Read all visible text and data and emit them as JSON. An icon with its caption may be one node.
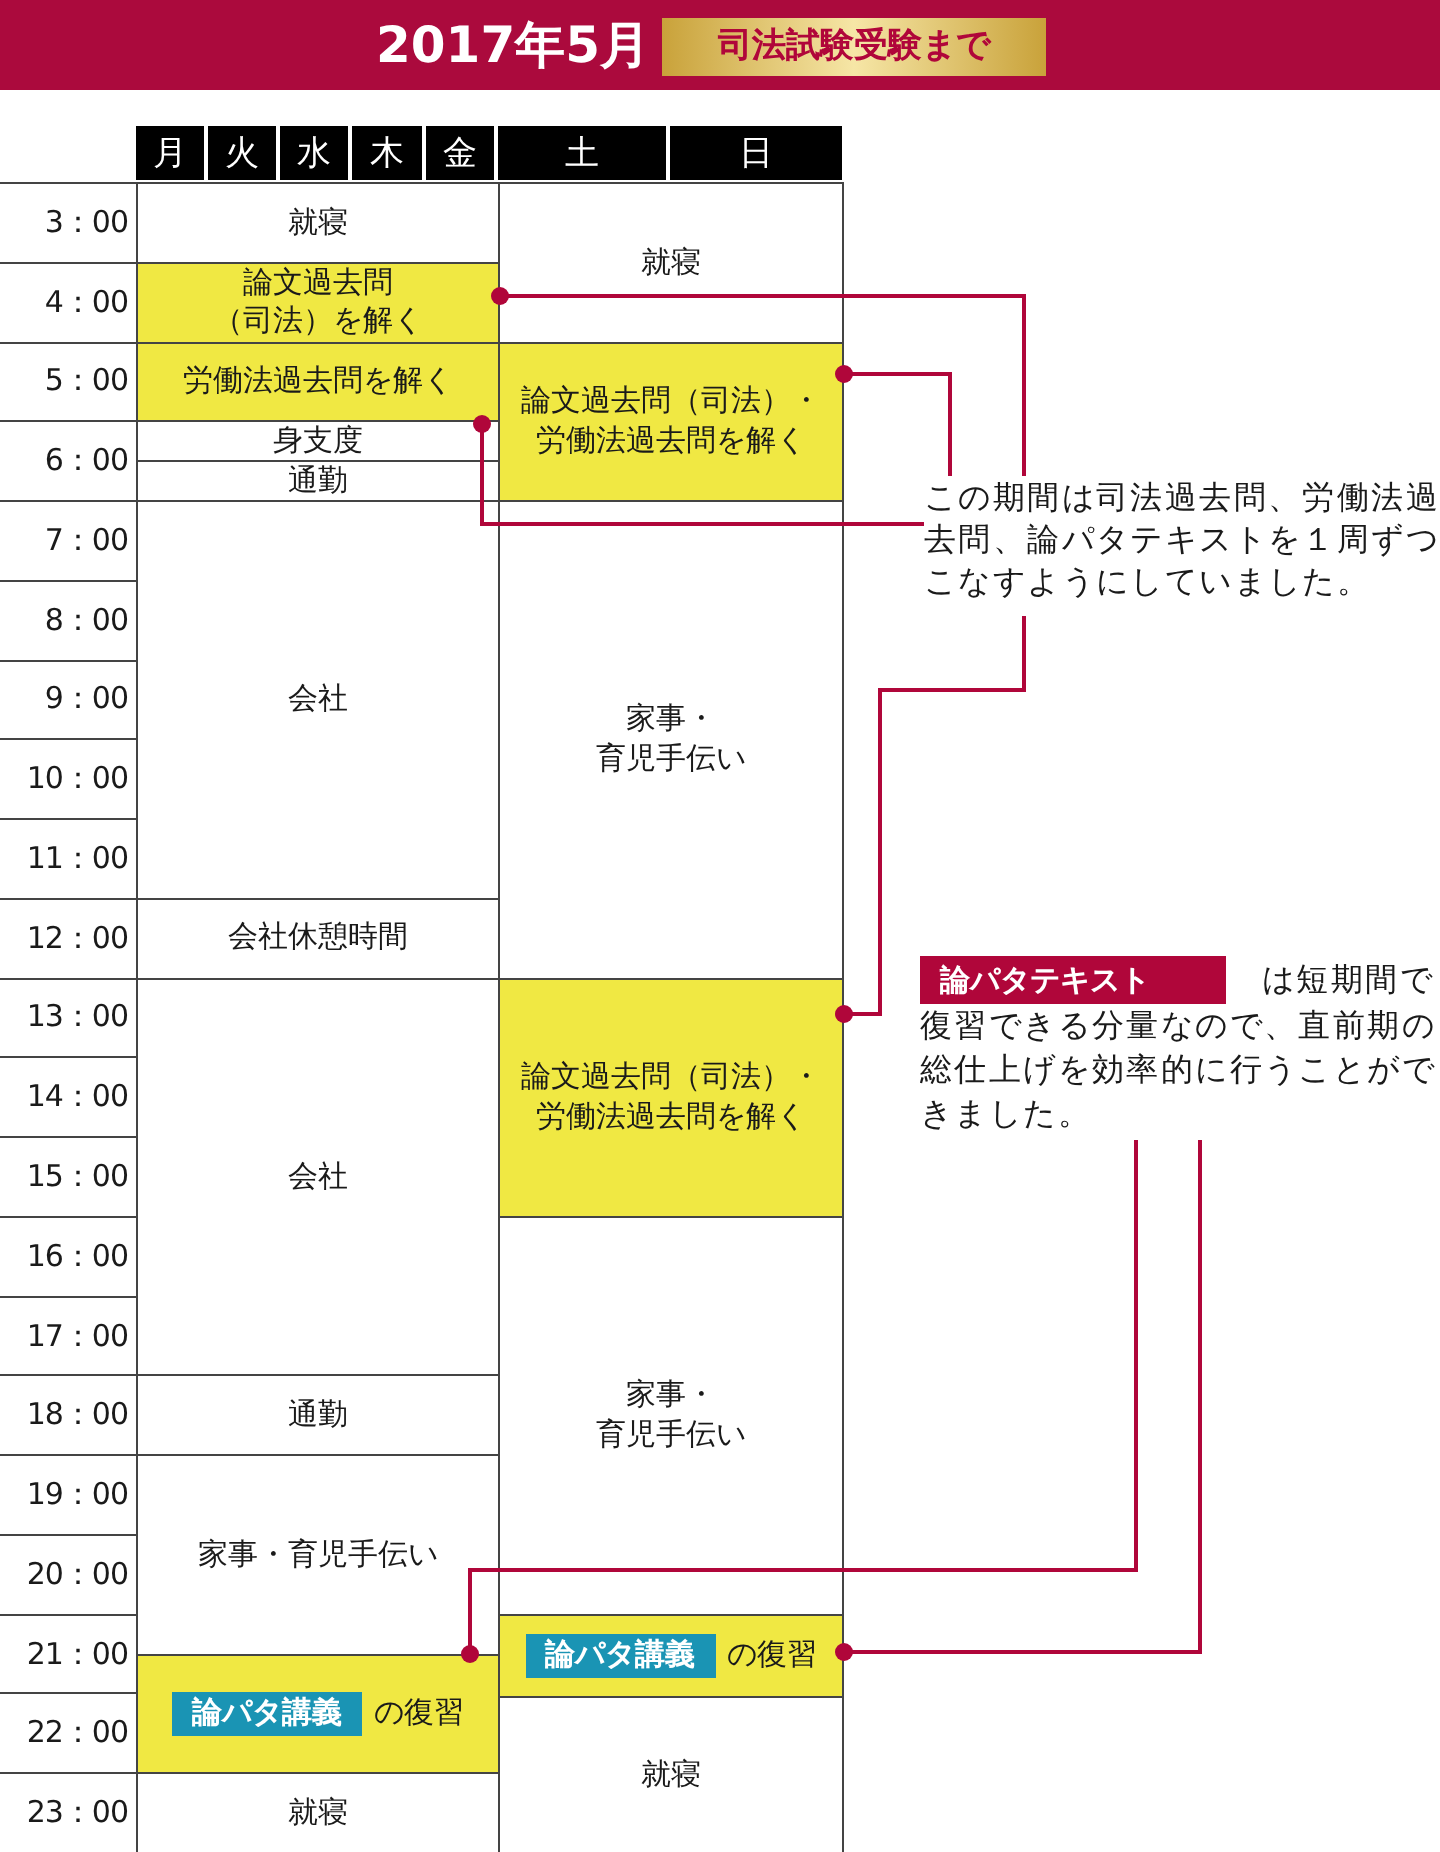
{
  "diagram": {
    "title": "2017年5月",
    "nodes": [
      {
        "text": [
          "就寝"
        ]
      },
      {
        "text": [
          "論文過去問（司法）を解く"
        ]
      },
      {
        "text": [
          "労働法過去問を解く"
        ]
      },
      {
        "text": [
          "身支度"
        ]
      },
      {
        "text": [
          "通勤"
        ]
      },
      {
        "text": [
          "会社"
        ]
      },
      {
        "text": [
          "会社休憩時間"
        ]
      },
      {
        "text": [
          "会社"
        ]
      },
      {
        "text": [
          "通勤"
        ]
      },
      {
        "text": [
          "家事・育児手伝い"
        ]
      },
      {
        "text": [
          "論パタ講義",
          "の復習"
        ]
      },
      {
        "text": [
          "就寝"
        ]
      },
      {
        "text": [
          "就寝"
        ]
      },
      {
        "text": [
          "論文過去問（司法）・労働法過去問を解く"
        ]
      },
      {
        "text": [
          "家事・育児手伝い"
        ]
      },
      {
        "text": [
          "論文過去問（司法）・労働法過去問を解く"
        ]
      },
      {
        "text": [
          "家事・育児手伝い"
        ]
      },
      {
        "text": [
          "論パタ講義",
          "の復習"
        ]
      },
      {
        "text": [
          "就寝"
        ]
      },
      {
        "text": [
          "この期間は司法過去問、労働法過去問、論パタテキストを１周ずつこなすようにしていました。"
        ]
      },
      {
        "text": [
          "論パタテキスト",
          "は短期間で復習できる分量なので、直前期の総仕上げを効率的に行うことができました。"
        ]
      }
    ],
    "edges": [
      {
        "from": 19,
        "to": 1,
        "arrow": "other"
      },
      {
        "from": 19,
        "to": 2,
        "arrow": "other"
      },
      {
        "from": 19,
        "to": 13,
        "arrow": "other"
      },
      {
        "from": 19,
        "to": 15,
        "arrow": "other"
      },
      {
        "from": 20,
        "to": 10,
        "arrow": "other"
      },
      {
        "from": 20,
        "to": 17,
        "arrow": "other"
      }
    ],
    "labels": [
      "司法試験受験まで",
      "月",
      "火",
      "水",
      "木",
      "金",
      "土",
      "日",
      "3：00",
      "4：00",
      "5：00",
      "6：00",
      "7：00",
      "8：00",
      "9：00",
      "10：00",
      "11：00",
      "12：00",
      "13：00",
      "14：00",
      "15：00",
      "16：00",
      "17：00",
      "18：00",
      "19：00",
      "20：00",
      "21：00",
      "22：00",
      "23：00"
    ]
  }
}
